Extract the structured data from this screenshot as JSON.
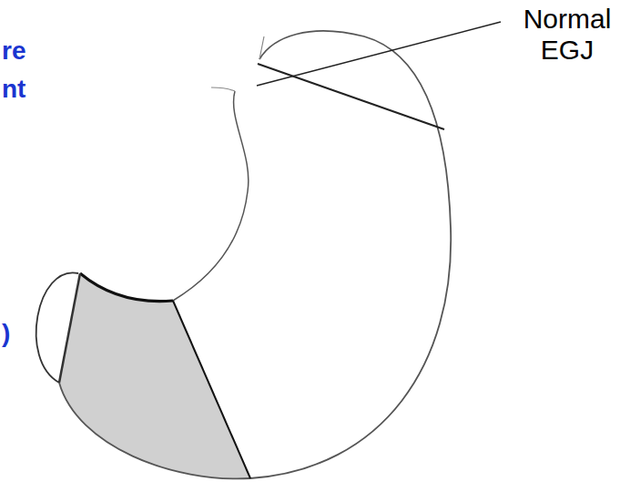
{
  "diagram": {
    "labels": [
      "Normal EGJ",
      "re",
      "nt",
      ")"
    ]
  }
}
